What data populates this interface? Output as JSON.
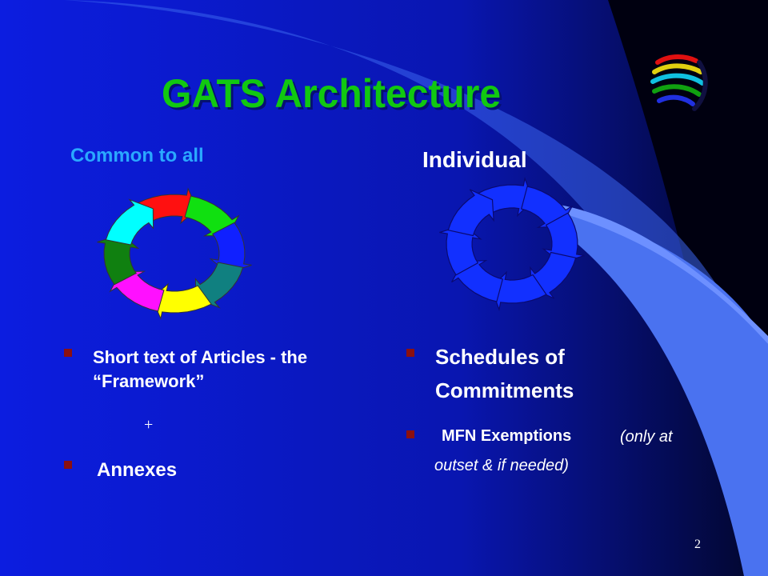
{
  "slide": {
    "title": "GATS Architecture",
    "left_heading": "Common to all",
    "right_heading": "Individual",
    "left_items": [
      {
        "line1": "Short text of Articles - the",
        "line2": "“Framework”"
      },
      {
        "line1": "Annexes"
      }
    ],
    "plus_sign": "+",
    "right_items": [
      {
        "line1": "Schedules of",
        "line2": "Commitments"
      },
      {
        "bold": "MFN Exemptions",
        "italic1": "(only at",
        "italic2": "outset & if needed)"
      }
    ],
    "page_number": "2"
  },
  "colors": {
    "background": "#0b1bd8",
    "title": "#11c811",
    "left_heading": "#2aa8ff",
    "bullet": "#8b1010",
    "sweep": "#4a72f0"
  },
  "icons": {
    "logo": "wto-logo-icon",
    "left_cycle": "multicolor-cycle-arrows-icon",
    "right_cycle": "blue-cycle-arrows-icon"
  },
  "left_cycle_segment_colors": [
    "#ff1010",
    "#10e010",
    "#1020ff",
    "#108080",
    "#ffff00",
    "#ff10ff",
    "#108010",
    "#00ffff"
  ]
}
